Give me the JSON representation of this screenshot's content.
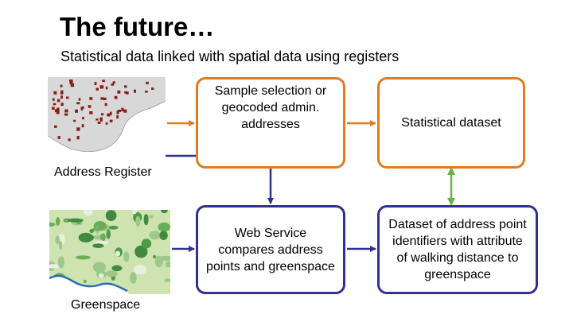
{
  "header": {
    "title": "The future…",
    "subtitle": "Statistical data linked with spatial data using registers"
  },
  "nodes": {
    "sample_selection": "Sample selection or geocoded admin. addresses",
    "statistical_dataset": "Statistical dataset",
    "web_service": "Web Service compares address points and greenspace",
    "address_point_dataset": "Dataset of address point identifiers with attribute of walking distance to greenspace"
  },
  "sources": {
    "address_register": "Address Register",
    "greenspace": "Greenspace"
  },
  "colors": {
    "orange": "#e07b1f",
    "navy": "#2e3192",
    "green": "#6ab04c",
    "dot": "#8b1a1a"
  },
  "icons": {
    "address_map": "address-map-icon",
    "greenspace_map": "greenspace-map-icon"
  }
}
